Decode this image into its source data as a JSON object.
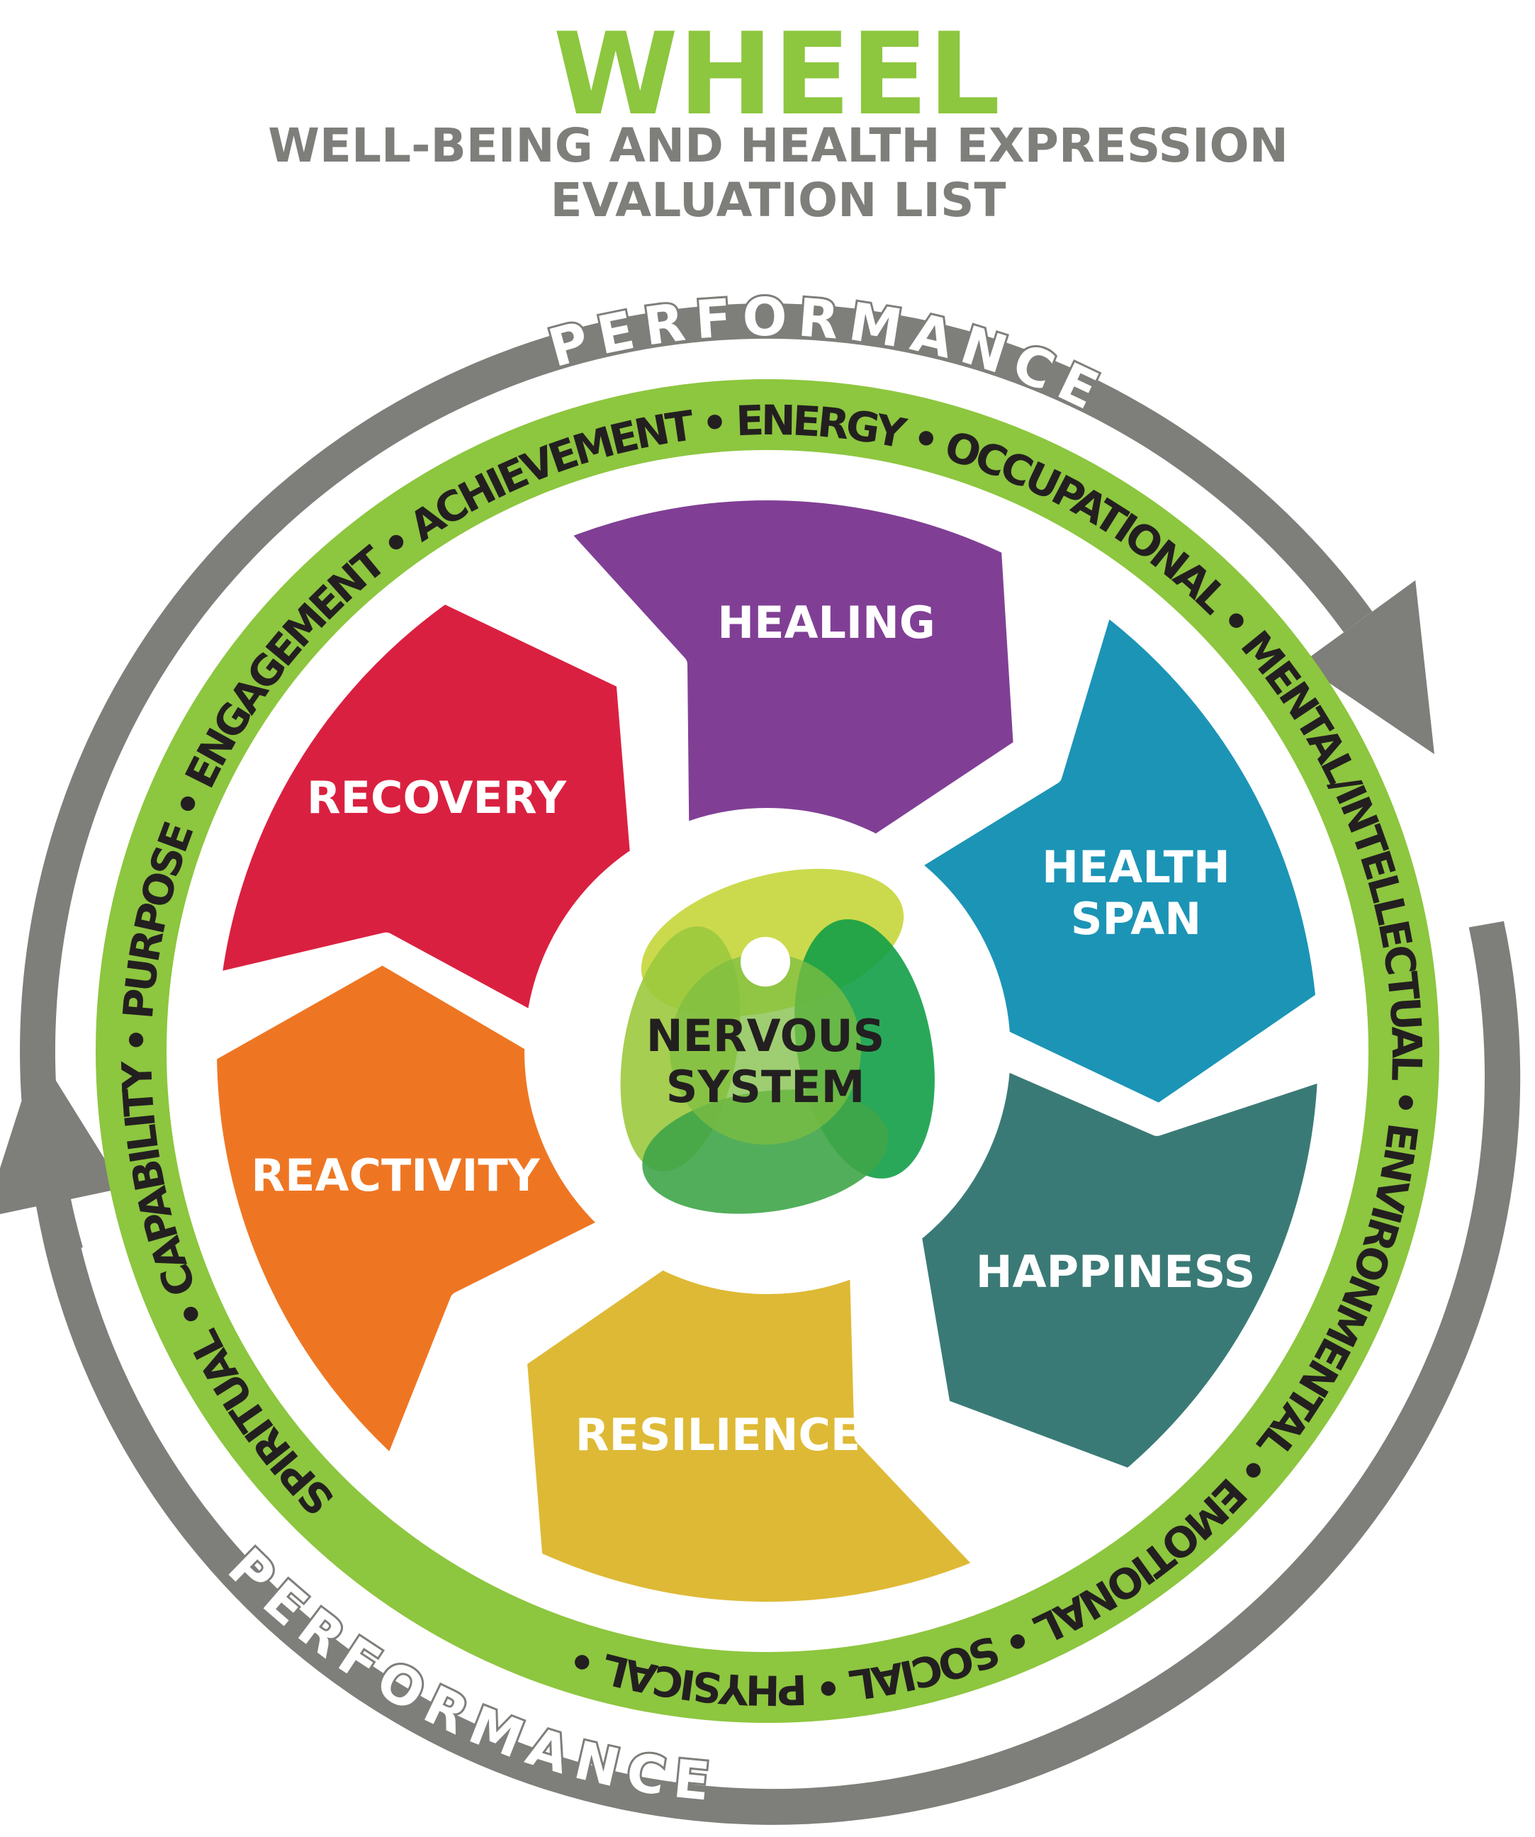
{
  "header": {
    "title": "WHEEL",
    "subtitle_line1": "WELL-BEING AND HEALTH EXPRESSION",
    "subtitle_line2": "EVALUATION LIST"
  },
  "outer_arrows": {
    "top_label": "PERFORMANCE",
    "bottom_label": "PERFORMANCE",
    "color": "#7E7E7A"
  },
  "ring": {
    "color": "#8DC63F",
    "separator": "•",
    "items": [
      "SPIRITUAL",
      "CAPABILITY",
      "PURPOSE",
      "ENGAGEMENT",
      "ACHIEVEMENT",
      "ENERGY",
      "OCCUPATIONAL",
      "MENTAL/INTELLECTUAL",
      "ENVIRONMENTAL",
      "EMOTIONAL",
      "SOCIAL",
      "PHYSICAL"
    ]
  },
  "segments": [
    {
      "line1": "HEALING",
      "line2": "",
      "color": "#803F95"
    },
    {
      "line1": "HEALTH",
      "line2": "SPAN",
      "color": "#1C94B6"
    },
    {
      "line1": "HAPPINESS",
      "line2": "",
      "color": "#3A7A76"
    },
    {
      "line1": "RESILIENCE",
      "line2": "",
      "color": "#DEB935"
    },
    {
      "line1": "REACTIVITY",
      "line2": "",
      "color": "#EE7623"
    },
    {
      "line1": "RECOVERY",
      "line2": "",
      "color": "#DA2040"
    }
  ],
  "center": {
    "line1": "NERVOUS",
    "line2": "SYSTEM"
  }
}
